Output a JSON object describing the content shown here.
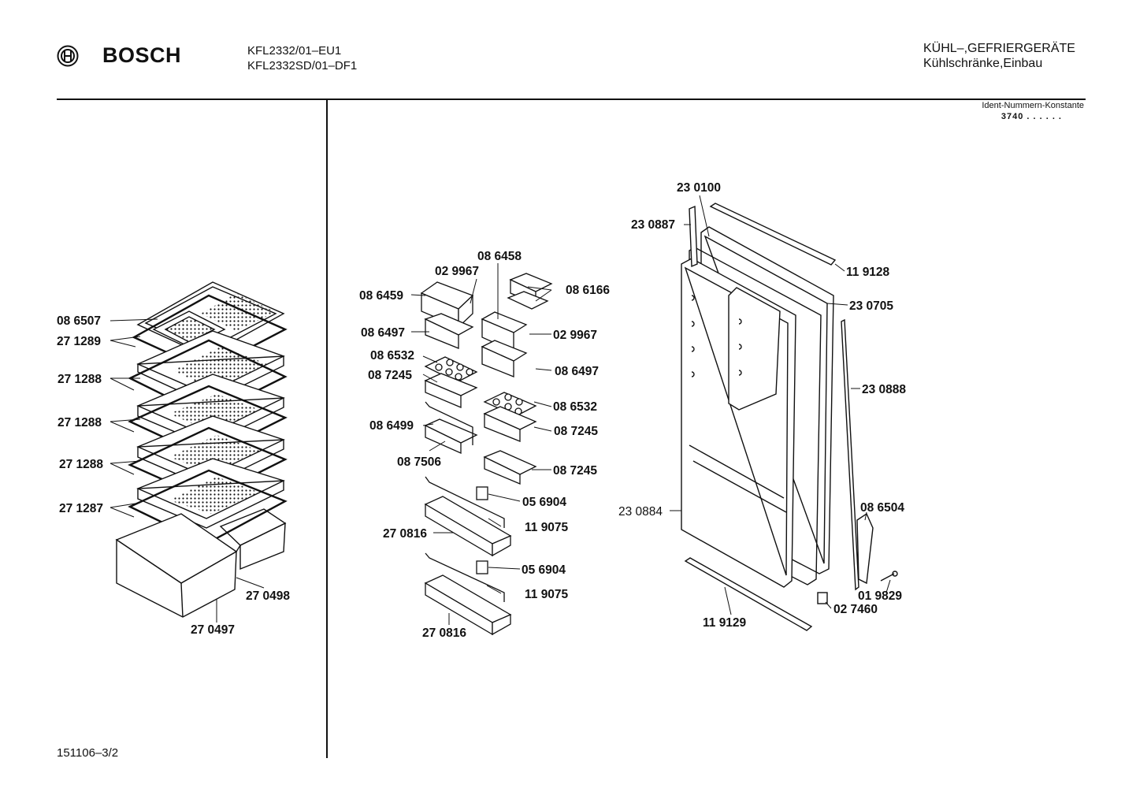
{
  "header": {
    "brand": "BOSCH",
    "models": [
      "KFL2332/01–EU1",
      "KFL2332SD/01–DF1"
    ],
    "category": [
      "KÜHL–,GEFRIERGERÄTE",
      "Kühlschränke,Einbau"
    ],
    "ident_label": "Ident-Nummern-Konstante",
    "ident_value": "3740  . .   . . . ."
  },
  "footer": {
    "drawing_number": "151106–3/2"
  },
  "parts": {
    "shelves": [
      "08 6507",
      "27 1289",
      "27  1288",
      "27  1288",
      "27 1288",
      "27 1287",
      "27 0498",
      "27 0497"
    ],
    "door_shelves": [
      "08 6458",
      "02 9967",
      "08 6459",
      "08 6166",
      "08 6497",
      "02 9967",
      "08 6532",
      "08 7245",
      "08 6497",
      "08 6532",
      "08 6499",
      "08 7245",
      "08 7506",
      "08 7245",
      "05 6904",
      "11 9075",
      "27 0816",
      "05 6904",
      "11 9075",
      "27 0816"
    ],
    "door": [
      "23 0100",
      "23 0887",
      "11 9128",
      "23 0705",
      "23 0888",
      "23 0884",
      "08 6504",
      "01 9829",
      "02 7460",
      "11 9129"
    ]
  }
}
